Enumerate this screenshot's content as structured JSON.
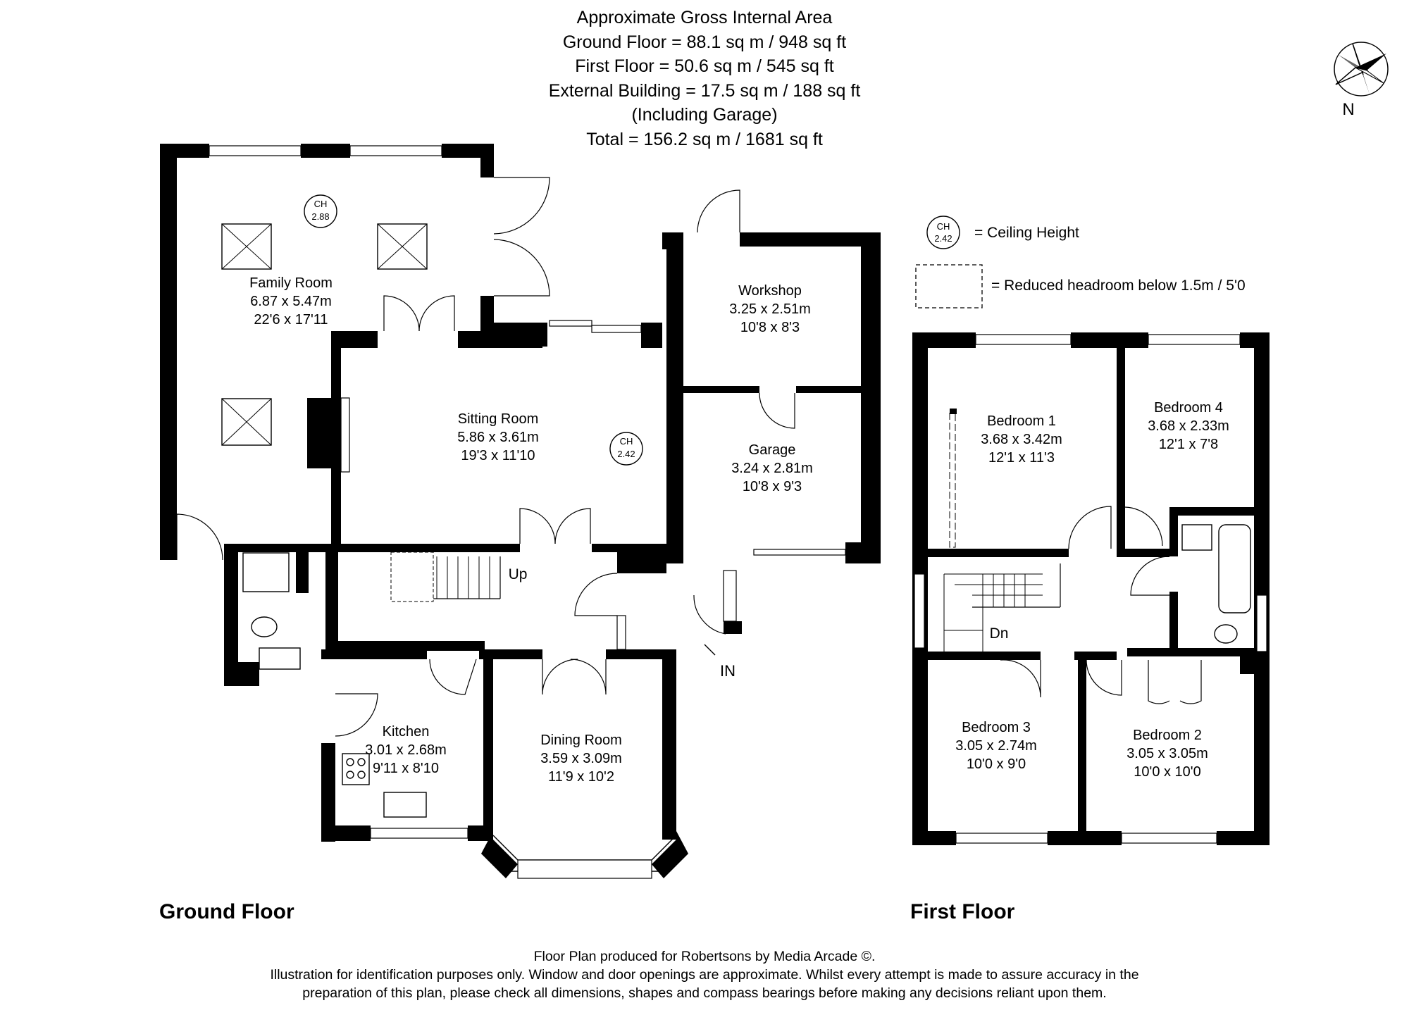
{
  "header": {
    "line1": "Approximate Gross Internal Area",
    "line2": "Ground Floor = 88.1 sq m / 948 sq ft",
    "line3": "First Floor = 50.6 sq m / 545 sq ft",
    "line4": "External Building = 17.5 sq m / 188 sq ft",
    "line5": "(Including Garage)",
    "line6": "Total = 156.2 sq m / 1681 sq ft"
  },
  "compass": {
    "label": "N"
  },
  "legend": {
    "ch_label": "CH",
    "ch_value": "2.42",
    "ch_text": "= Ceiling Height",
    "reduced_text": "= Reduced headroom below 1.5m / 5'0"
  },
  "ground_floor": {
    "title": "Ground Floor",
    "family_room": {
      "name": "Family Room",
      "metric": "6.87 x 5.47m",
      "imperial": "22'6 x 17'11",
      "ch": "CH",
      "ch_value": "2.88"
    },
    "sitting_room": {
      "name": "Sitting Room",
      "metric": "5.86 x 3.61m",
      "imperial": "19'3 x 11'10",
      "ch": "CH",
      "ch_value": "2.42"
    },
    "workshop": {
      "name": "Workshop",
      "metric": "3.25 x 2.51m",
      "imperial": "10'8 x 8'3"
    },
    "garage": {
      "name": "Garage",
      "metric": "3.24 x 2.81m",
      "imperial": "10'8 x 9'3"
    },
    "kitchen": {
      "name": "Kitchen",
      "metric": "3.01 x 2.68m",
      "imperial": "9'11 x 8'10"
    },
    "dining_room": {
      "name": "Dining Room",
      "metric": "3.59 x 3.09m",
      "imperial": "11'9 x 10'2"
    },
    "stairs_label": "Up",
    "entrance_label": "IN"
  },
  "first_floor": {
    "title": "First Floor",
    "bedroom1": {
      "name": "Bedroom 1",
      "metric": "3.68 x 3.42m",
      "imperial": "12'1 x 11'3"
    },
    "bedroom4": {
      "name": "Bedroom 4",
      "metric": "3.68 x 2.33m",
      "imperial": "12'1 x 7'8"
    },
    "bedroom3": {
      "name": "Bedroom 3",
      "metric": "3.05 x 2.74m",
      "imperial": "10'0 x 9'0"
    },
    "bedroom2": {
      "name": "Bedroom 2",
      "metric": "3.05 x 3.05m",
      "imperial": "10'0 x 10'0"
    },
    "stairs_label": "Dn"
  },
  "footer": {
    "line1": "Floor Plan produced for Robertsons by Media Arcade ©.",
    "line2": "Illustration for identification purposes only. Window and door openings are approximate. Whilst every attempt is made to assure accuracy in the",
    "line3": "preparation of this plan, please check all dimensions, shapes and compass bearings before making any decisions reliant upon them."
  }
}
